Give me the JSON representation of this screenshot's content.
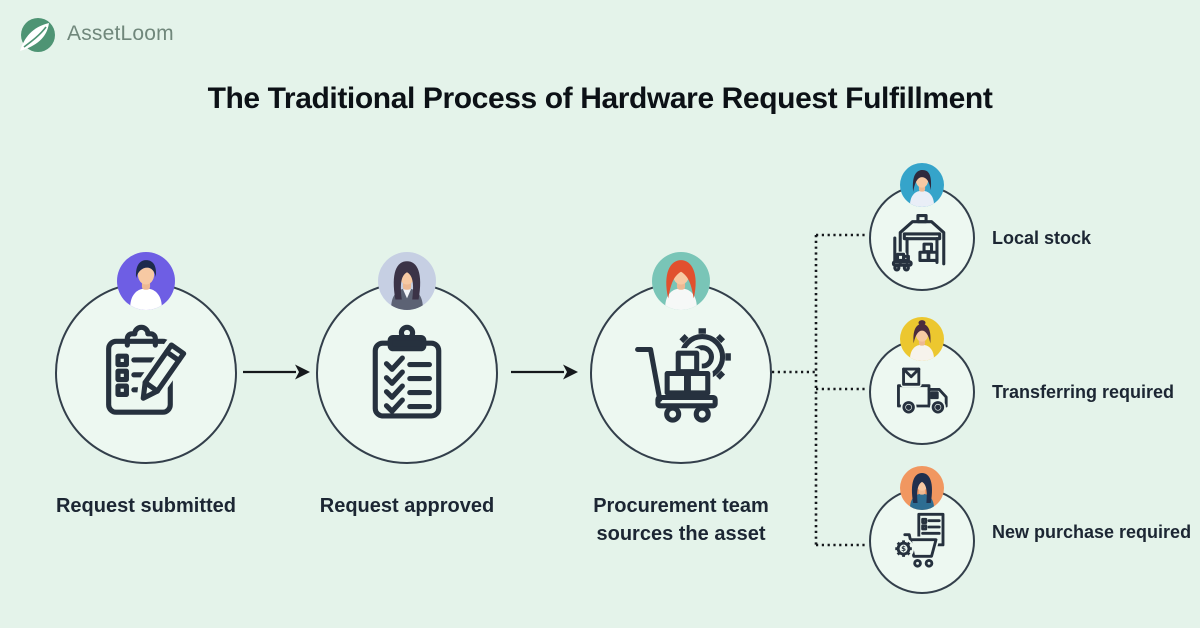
{
  "brand": {
    "name": "AssetLoom"
  },
  "title": "The Traditional Process of Hardware Request Fulfillment",
  "palette": {
    "background": "#e4f3ea",
    "circle_fill": "#edf8f1",
    "circle_stroke": "#333f4b",
    "icon_stroke": "#26313e",
    "logo_green": "#4e9474",
    "logo_text": "#70877b",
    "label_text": "#1c2633",
    "connector": "#15181c"
  },
  "flow": {
    "steps": [
      {
        "id": "request-submitted",
        "label": "Request submitted",
        "icon": "clipboard-pencil-icon",
        "avatar": "man-avatar",
        "avatar_bg": "#6e5ee4"
      },
      {
        "id": "request-approved",
        "label": "Request approved",
        "icon": "checklist-icon",
        "avatar": "woman-lavender-avatar",
        "avatar_bg": "#c6cfe3"
      },
      {
        "id": "procurement-sourcing",
        "label": "Procurement team sources the asset",
        "label_lines": [
          "Procurement team",
          "sources the asset"
        ],
        "icon": "cart-gear-icon",
        "avatar": "woman-teal-avatar",
        "avatar_bg": "#79c5b7"
      }
    ],
    "outcomes": [
      {
        "id": "local-stock",
        "label": "Local stock",
        "icon": "warehouse-icon",
        "avatar": "woman-blue-avatar",
        "avatar_bg": "#35a4ca"
      },
      {
        "id": "transferring-required",
        "label": "Transferring required",
        "icon": "delivery-truck-icon",
        "avatar": "woman-yellow-avatar",
        "avatar_bg": "#ecc72f"
      },
      {
        "id": "new-purchase-required",
        "label": "New purchase required",
        "icon": "purchase-cart-icon",
        "avatar": "woman-coral-avatar",
        "avatar_bg": "#f19760"
      }
    ]
  }
}
